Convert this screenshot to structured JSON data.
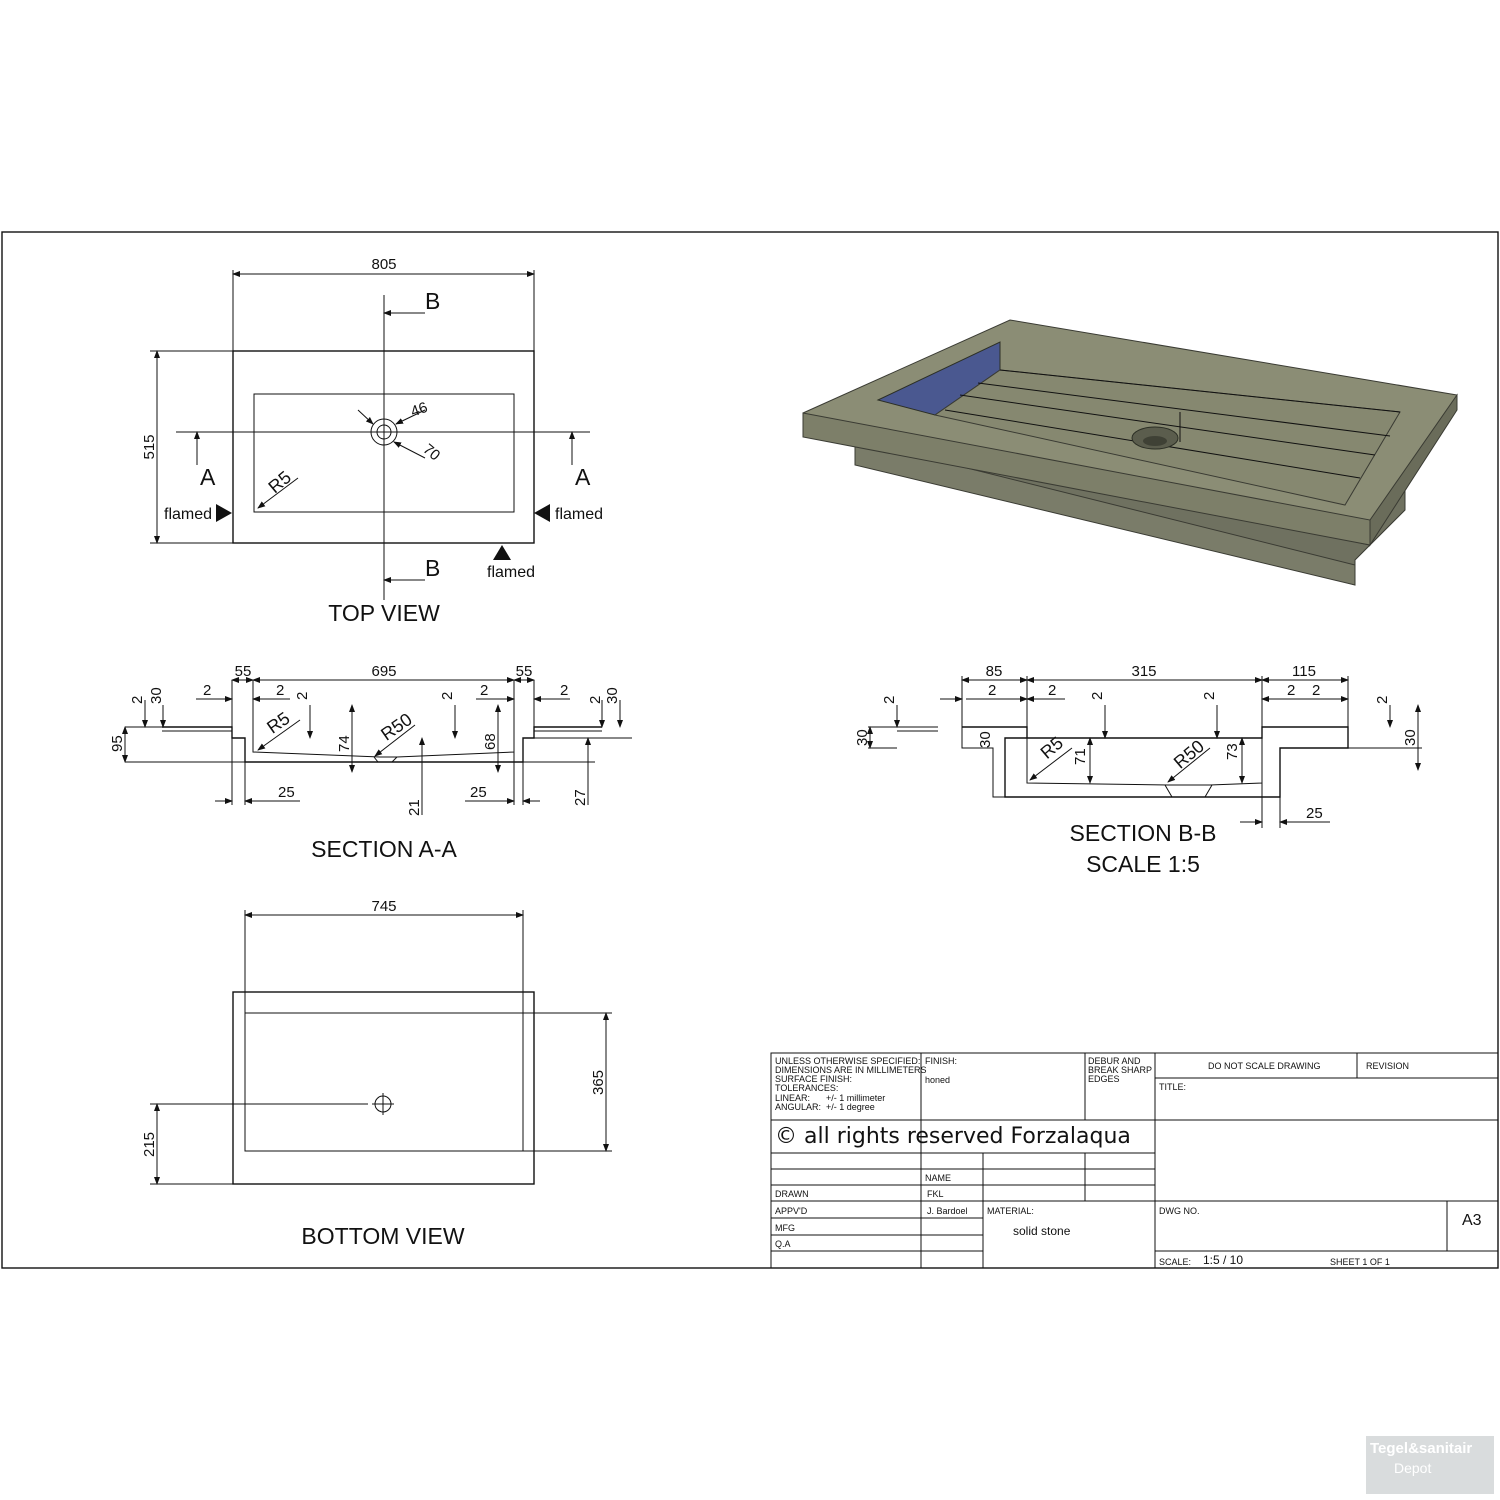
{
  "views": {
    "top": {
      "label": "TOP VIEW",
      "width": "805",
      "height": "515",
      "drain_d": "46",
      "drain_outer": "70",
      "radius": "R5",
      "section_a": "A",
      "section_b": "B"
    },
    "section_aa": {
      "label": "SECTION A-A",
      "dims": [
        "55",
        "695",
        "55",
        "2",
        "2",
        "2",
        "2",
        "2",
        "2",
        "2",
        "30",
        "2",
        "2",
        "30",
        "95",
        "74",
        "68",
        "25",
        "21",
        "25",
        "27"
      ],
      "radius_small": "R5",
      "radius_large": "R50"
    },
    "section_bb": {
      "label": "SECTION B-B",
      "scale": "SCALE 1:5",
      "dims": [
        "85",
        "315",
        "115",
        "2",
        "2",
        "2",
        "2",
        "2",
        "2",
        "2",
        "2",
        "2",
        "30",
        "30",
        "71",
        "73",
        "30",
        "25"
      ],
      "radius_small": "R5",
      "radius_large": "R50"
    },
    "bottom": {
      "label": "BOTTOM VIEW",
      "width": "745",
      "height": "365",
      "drain_offset": "215"
    },
    "flamed": "flamed"
  },
  "titleblock": {
    "general": [
      "UNLESS OTHERWISE SPECIFIED:",
      "DIMENSIONS ARE IN MILLIMETERS",
      "SURFACE FINISH:",
      "TOLERANCES:"
    ],
    "linear_label": "LINEAR:",
    "linear_value": "+/- 1 millimeter",
    "angular_label": "ANGULAR:",
    "angular_value": "+/- 1 degree",
    "finish_label": "FINISH:",
    "finish_value": "honed",
    "debur": [
      "DEBUR AND",
      "BREAK SHARP",
      "EDGES"
    ],
    "no_scale": "DO NOT SCALE DRAWING",
    "revision": "REVISION",
    "title_label": "TITLE:",
    "copyright": "© all rights reserved Forzalaqua",
    "name_label": "NAME",
    "drawn_label": "DRAWN",
    "drawn_value": "FKL",
    "apprvd_label": "APPV'D",
    "apprvd_value": "J. Bardoel",
    "mfg_label": "MFG",
    "qa_label": "Q.A",
    "material_label": "MATERIAL:",
    "material_value": "solid stone",
    "dwg_label": "DWG NO.",
    "size_value": "A3",
    "scale_label": "SCALE:",
    "scale_value": "1:5 / 10",
    "sheet": "SHEET 1 OF 1"
  },
  "watermark": {
    "brand": "Tegel&sanitair",
    "sub": "Depot"
  },
  "colors": {
    "basin_top": "#8b8d75",
    "basin_side": "#6f7160",
    "basin_inner": "#4a5890"
  }
}
